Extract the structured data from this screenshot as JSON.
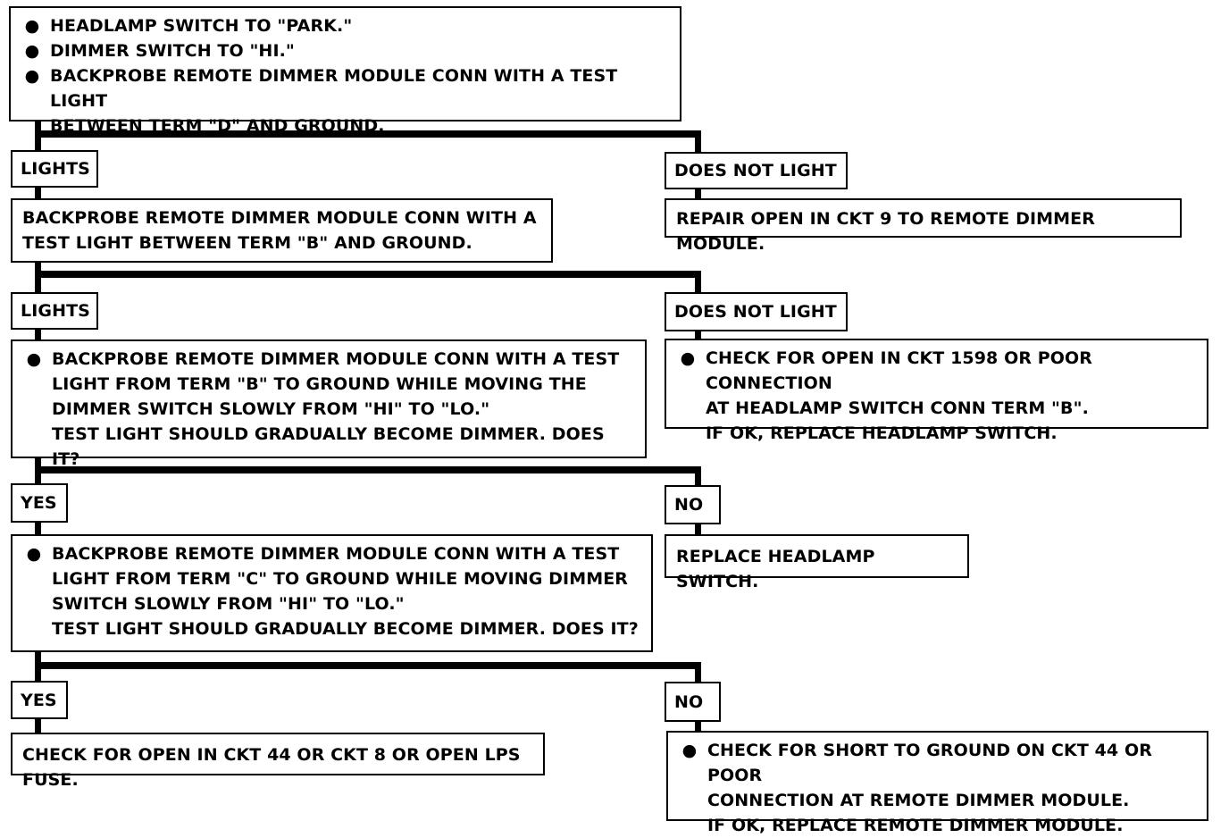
{
  "bullet_glyph": "●",
  "step1": {
    "items": [
      "HEADLAMP SWITCH TO \"PARK.\"",
      "DIMMER SWITCH TO \"HI.\"",
      "BACKPROBE REMOTE DIMMER MODULE CONN WITH A TEST LIGHT\nBETWEEN TERM \"D\" AND GROUND."
    ],
    "yes_label": "LIGHTS",
    "no_label": "DOES NOT LIGHT",
    "no_action": "REPAIR OPEN IN CKT 9 TO REMOTE DIMMER MODULE."
  },
  "step2": {
    "text": "BACKPROBE REMOTE DIMMER MODULE CONN WITH A\nTEST LIGHT BETWEEN TERM \"B\" AND GROUND.",
    "yes_label": "LIGHTS",
    "no_label": "DOES NOT LIGHT",
    "no_action": "CHECK FOR OPEN IN CKT 1598 OR POOR CONNECTION\nAT HEADLAMP SWITCH CONN TERM \"B\".\nIF OK, REPLACE HEADLAMP SWITCH."
  },
  "step3": {
    "text": "BACKPROBE REMOTE DIMMER MODULE CONN WITH A TEST\nLIGHT FROM TERM \"B\" TO GROUND WHILE MOVING THE\nDIMMER SWITCH SLOWLY FROM \"HI\" TO \"LO.\"\nTEST LIGHT SHOULD GRADUALLY BECOME DIMMER.  DOES IT?",
    "yes_label": "YES",
    "no_label": "NO",
    "no_action": "REPLACE HEADLAMP SWITCH."
  },
  "step4": {
    "text": "BACKPROBE REMOTE DIMMER MODULE CONN WITH A TEST\nLIGHT FROM TERM \"C\" TO GROUND WHILE MOVING DIMMER\nSWITCH SLOWLY FROM \"HI\" TO \"LO.\"\nTEST LIGHT SHOULD GRADUALLY BECOME DIMMER.  DOES IT?",
    "yes_label": "YES",
    "no_label": "NO",
    "yes_action": "CHECK FOR OPEN IN CKT 44 OR CKT 8 OR OPEN LPS FUSE.",
    "no_action": "CHECK FOR SHORT TO GROUND ON CKT 44 OR POOR\nCONNECTION AT REMOTE DIMMER MODULE.\nIF OK, REPLACE REMOTE DIMMER MODULE."
  }
}
